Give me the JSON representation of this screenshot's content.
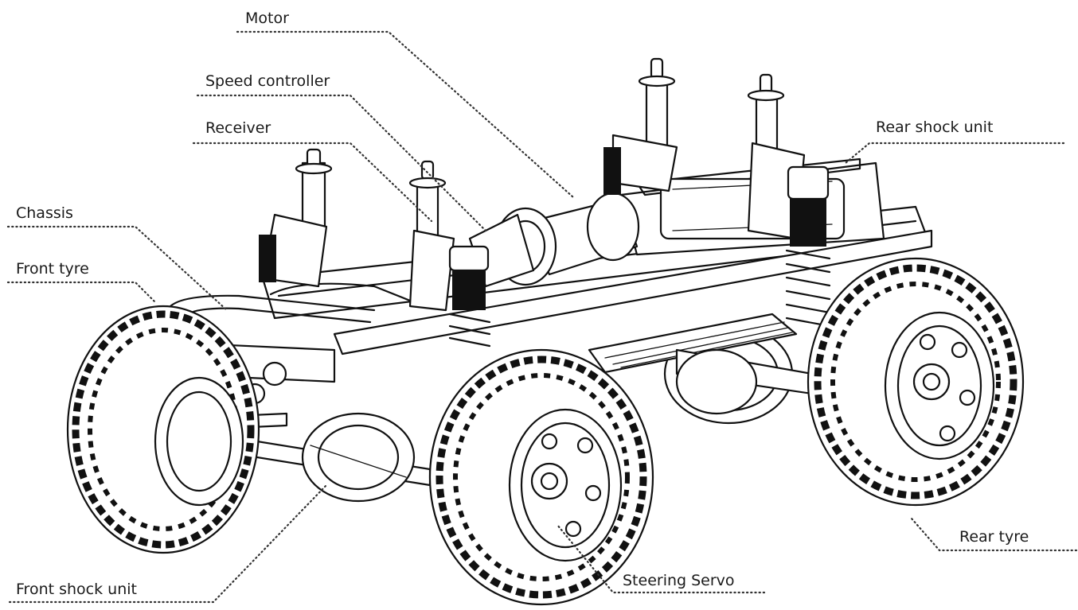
{
  "labels": {
    "motor": "Motor",
    "speed_controller": "Speed controller",
    "receiver": "Receiver",
    "rear_shock_unit": "Rear shock unit",
    "chassis": "Chassis",
    "front_tyre": "Front tyre",
    "rear_tyre": "Rear tyre",
    "front_shock_unit": "Front shock unit",
    "steering_servo": "Steering Servo"
  }
}
